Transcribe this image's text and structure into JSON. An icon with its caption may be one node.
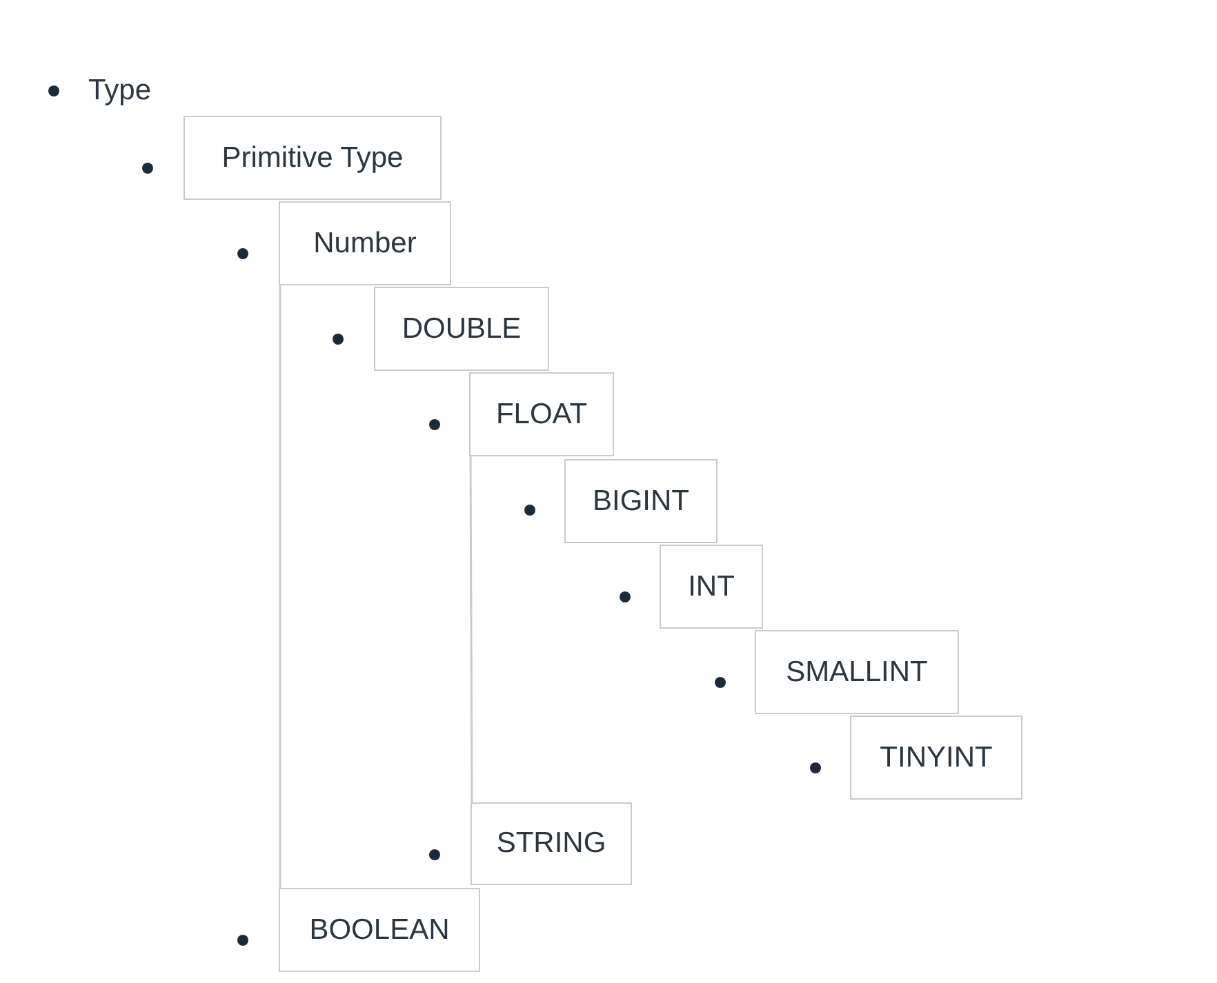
{
  "diagram": {
    "nodes": [
      {
        "text": [
          "Primitive Type"
        ]
      },
      {
        "text": [
          "Number"
        ]
      },
      {
        "text": [
          "DOUBLE"
        ]
      },
      {
        "text": [
          "FLOAT"
        ]
      },
      {
        "text": [
          "BIGINT"
        ]
      },
      {
        "text": [
          "INT"
        ]
      },
      {
        "text": [
          "SMALLINT"
        ]
      },
      {
        "text": [
          "TINYINT"
        ]
      },
      {
        "text": [
          "STRING"
        ]
      },
      {
        "text": [
          "BOOLEAN"
        ]
      }
    ],
    "edges": [
      {
        "from": 1,
        "to": 9,
        "arrow": "none"
      },
      {
        "from": 3,
        "to": 8,
        "arrow": "none"
      }
    ],
    "labels": [
      "Type"
    ]
  }
}
